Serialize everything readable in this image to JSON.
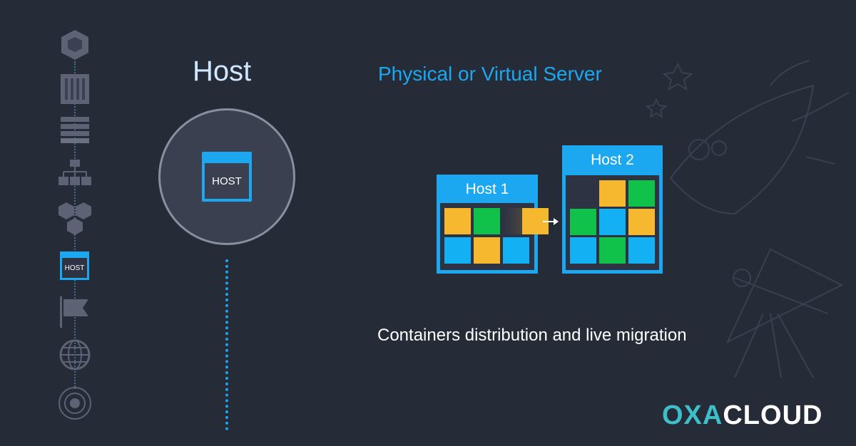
{
  "rail": {
    "host_label": "HOST"
  },
  "section_title": "Host",
  "subtitle": "Physical or Virtual Server",
  "circle_host_label": "HOST",
  "host1": {
    "title": "Host 1"
  },
  "host2": {
    "title": "Host 2"
  },
  "caption": "Containers distribution and live migration",
  "logo": {
    "part1": "OXA",
    "part2": "CLOUD"
  },
  "colors": {
    "background": "#262b38",
    "accent_blue": "#1ba8f0",
    "container_yellow": "#f5b82e",
    "container_green": "#10c24a",
    "container_blue": "#14b0f4",
    "logo_teal": "#3dbfc9"
  }
}
